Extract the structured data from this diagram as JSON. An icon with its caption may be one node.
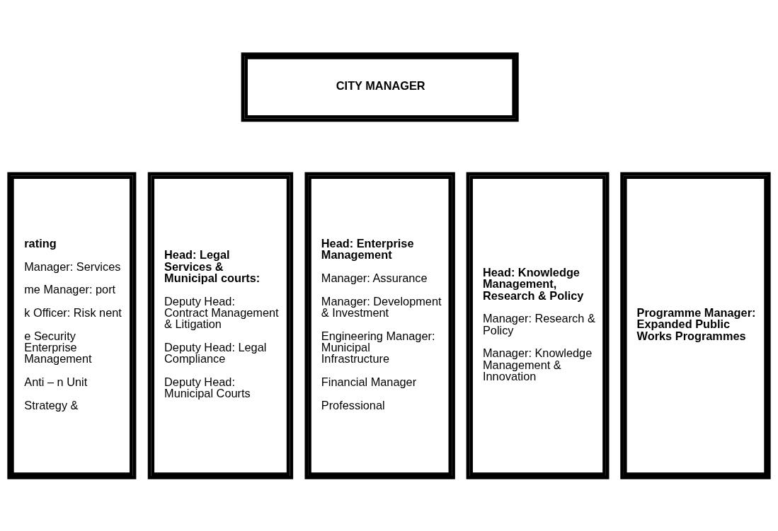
{
  "diagram": {
    "nodes": [
      {
        "text": [
          "CITY MANAGER"
        ]
      },
      {
        "text": [
          "rating",
          "Manager: Services",
          "me Manager: port",
          "k Officer: Risk nent",
          "e Security Enterprise Management",
          "Anti – n Unit",
          "Strategy &"
        ]
      },
      {
        "text": [
          "Head: Legal Services & Municipal courts:",
          "Deputy Head: Contract Management & Litigation",
          "Deputy Head: Legal Compliance",
          "Deputy Head: Municipal Courts"
        ]
      },
      {
        "text": [
          "Head: Enterprise Management",
          "Manager: Assurance",
          "Manager: Development & Investment",
          "Engineering Manager: Municipal Infrastructure",
          "Financial Manager",
          "Professional"
        ]
      },
      {
        "text": [
          "Head: Knowledge Management, Research & Policy",
          "Manager: Research & Policy",
          "Manager: Knowledge Management & Innovation"
        ]
      },
      {
        "text": [
          "Programme Manager: Expanded Public Works Programmes"
        ]
      }
    ],
    "edges": []
  }
}
